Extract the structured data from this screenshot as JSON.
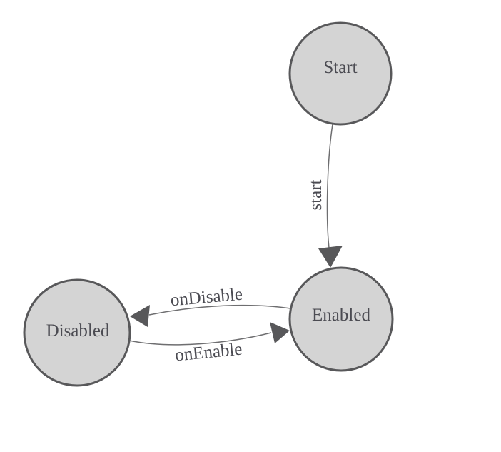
{
  "diagram": {
    "type": "state-machine-diagram",
    "nodes": [
      {
        "id": "start",
        "label": "Start"
      },
      {
        "id": "enabled",
        "label": "Enabled"
      },
      {
        "id": "disabled",
        "label": "Disabled"
      }
    ],
    "edges": [
      {
        "from": "Start",
        "to": "Enabled",
        "label": "start"
      },
      {
        "from": "Enabled",
        "to": "Disabled",
        "label": "onDisable"
      },
      {
        "from": "Disabled",
        "to": "Enabled",
        "label": "onEnable"
      }
    ],
    "colors": {
      "background": "#ffffff",
      "node_fill": "#d4d4d4",
      "node_stroke": "#58585a",
      "edge_stroke": "#6e6e70",
      "arrow_fill": "#58585a",
      "label_text": "#4b4b52"
    }
  }
}
